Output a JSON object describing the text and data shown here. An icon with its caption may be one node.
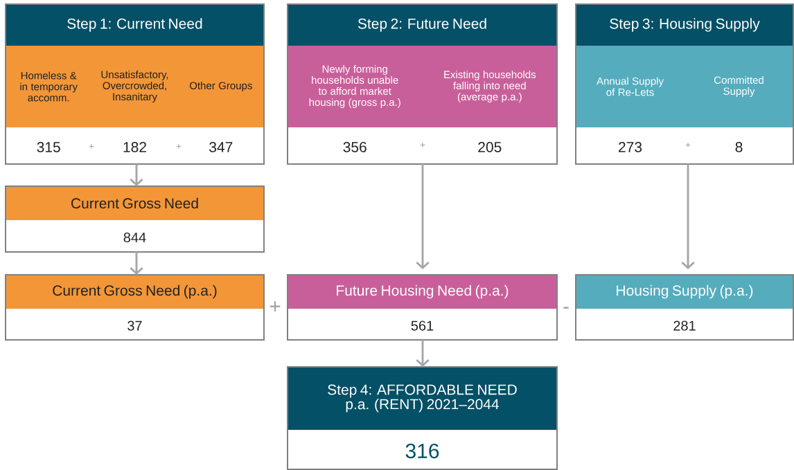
{
  "diagram": {
    "nodes": [
      {
        "text": [
          "Step 1: Current Need",
          "Homeless & in temporary accomm.",
          "Unsatisfactory, Overcrowded, Insanitary",
          "Other Groups",
          "315",
          "182",
          "347"
        ]
      },
      {
        "text": [
          "Step 2: Future Need",
          "Newly forming households unable to afford market housing (gross p.a.)",
          "Existing households falling into need (average p.a.)",
          "356",
          "205"
        ]
      },
      {
        "text": [
          "Step 3: Housing Supply",
          "Annual Supply of Re-Lets",
          "Committed Supply",
          "273",
          "8"
        ]
      },
      {
        "text": [
          "Current Gross Need",
          "844"
        ]
      },
      {
        "text": [
          "Current Gross Need (p.a.)",
          "37"
        ]
      },
      {
        "text": [
          "Future Housing Need (p.a.)",
          "561"
        ]
      },
      {
        "text": [
          "Housing Supply (p.a.)",
          "281"
        ]
      },
      {
        "text": [
          "Step 4: AFFORDABLE NEED p.a. (RENT) 2021–2044",
          "316"
        ]
      }
    ],
    "edges": [
      {
        "from": 0,
        "to": 3,
        "arrow": "to"
      },
      {
        "from": 3,
        "to": 4,
        "arrow": "to"
      },
      {
        "from": 1,
        "to": 5,
        "arrow": "to"
      },
      {
        "from": 2,
        "to": 6,
        "arrow": "to"
      },
      {
        "from": 5,
        "to": 7,
        "arrow": "to"
      }
    ],
    "labels": [
      "+",
      "+",
      "+",
      "+",
      "+",
      "-"
    ]
  }
}
